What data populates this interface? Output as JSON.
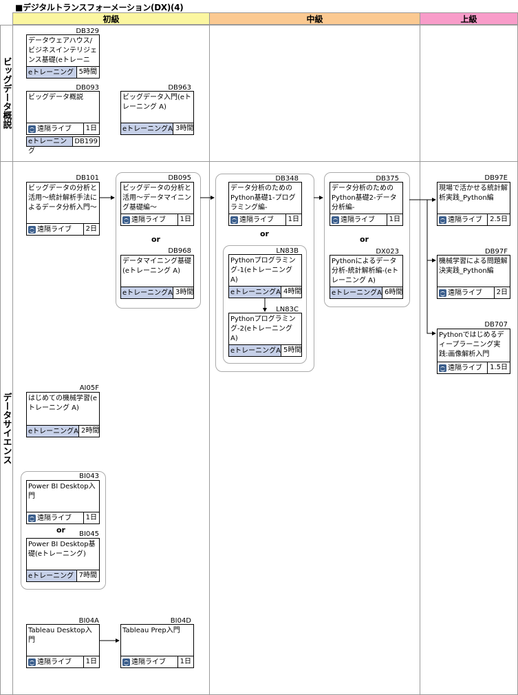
{
  "title": "■デジタルトランスフォーメーション(DX)(4)",
  "levels": {
    "beginner": "初級",
    "intermediate": "中級",
    "advanced": "上級"
  },
  "categories": {
    "bigdata": "ビッグデータ概説",
    "datascience": "データサイエンス"
  },
  "modes": {
    "el": "eトレーニング",
    "elA": "eトレーニングA",
    "live": "遠隔ライブ"
  },
  "or_label": "or",
  "courses": {
    "DB329": {
      "code": "DB329",
      "name": "データウェアハウス/ビジネスインテリジェンス基礎(eトレーニ",
      "mode": "eトレーニング",
      "duration": "5時間"
    },
    "DB093": {
      "code": "DB093",
      "name": "ビッグデータ概説",
      "mode": "遠隔ライブ",
      "duration": "1日"
    },
    "DB199": {
      "code": "DB199",
      "mode": "eトレーニング"
    },
    "DB963": {
      "code": "DB963",
      "name": "ビッグデータ入門(eトレーニング A)",
      "mode": "eトレーニングA",
      "duration": "3時間"
    },
    "DB101": {
      "code": "DB101",
      "name": "ビッグデータの分析と活用〜統計解析手法によるデータ分析入門〜",
      "mode": "遠隔ライブ",
      "duration": "2日"
    },
    "DB095": {
      "code": "DB095",
      "name": "ビッグデータの分析と活用〜データマイニング基礎編〜",
      "mode": "遠隔ライブ",
      "duration": "1日"
    },
    "DB968": {
      "code": "DB968",
      "name": "データマイニング基礎(eトレーニング A)",
      "mode": "eトレーニングA",
      "duration": "3時間"
    },
    "DB348": {
      "code": "DB348",
      "name": "データ分析のためのPython基礎1-プログラミング編-",
      "mode": "遠隔ライブ",
      "duration": "1日"
    },
    "LN83B": {
      "code": "LN83B",
      "name": "Pythonプログラミング-1(eトレーニング A)",
      "mode": "eトレーニングA",
      "duration": "4時間"
    },
    "LN83C": {
      "code": "LN83C",
      "name": "Pythonプログラミング-2(eトレーニング A)",
      "mode": "eトレーニングA",
      "duration": "5時間"
    },
    "DB375": {
      "code": "DB375",
      "name": "データ分析のためのPython基礎2-データ分析編-",
      "mode": "遠隔ライブ",
      "duration": "1日"
    },
    "DX023": {
      "code": "DX023",
      "name": "Pythonによるデータ分析-統計解析編-(eトレーニング A)",
      "mode": "eトレーニングA",
      "duration": "6時間"
    },
    "DB97E": {
      "code": "DB97E",
      "name": "現場で活かせる統計解析実践_Python編",
      "mode": "遠隔ライブ",
      "duration": "2.5日"
    },
    "DB97F": {
      "code": "DB97F",
      "name": "機械学習による問題解決実践_Python編",
      "mode": "遠隔ライブ",
      "duration": "2日"
    },
    "DB707": {
      "code": "DB707",
      "name": "Pythonではじめるディープラーニング実践:画像解析入門",
      "mode": "遠隔ライブ",
      "duration": "1.5日"
    },
    "AI05F": {
      "code": "AI05F",
      "name": "はじめての機械学習(eトレーニング A)",
      "mode": "eトレーニングA",
      "duration": "2時間"
    },
    "BI043": {
      "code": "BI043",
      "name": "Power BI Desktop入門",
      "mode": "遠隔ライブ",
      "duration": "1日"
    },
    "BI045": {
      "code": "BI045",
      "name": "Power BI Desktop基礎(eトレーニング)",
      "mode": "eトレーニング",
      "duration": "7時間"
    },
    "BI04A": {
      "code": "BI04A",
      "name": "Tableau Desktop入門",
      "mode": "遠隔ライブ",
      "duration": "1日"
    },
    "BI04D": {
      "code": "BI04D",
      "name": "Tableau Prep入門",
      "mode": "遠隔ライブ",
      "duration": "1日"
    }
  }
}
